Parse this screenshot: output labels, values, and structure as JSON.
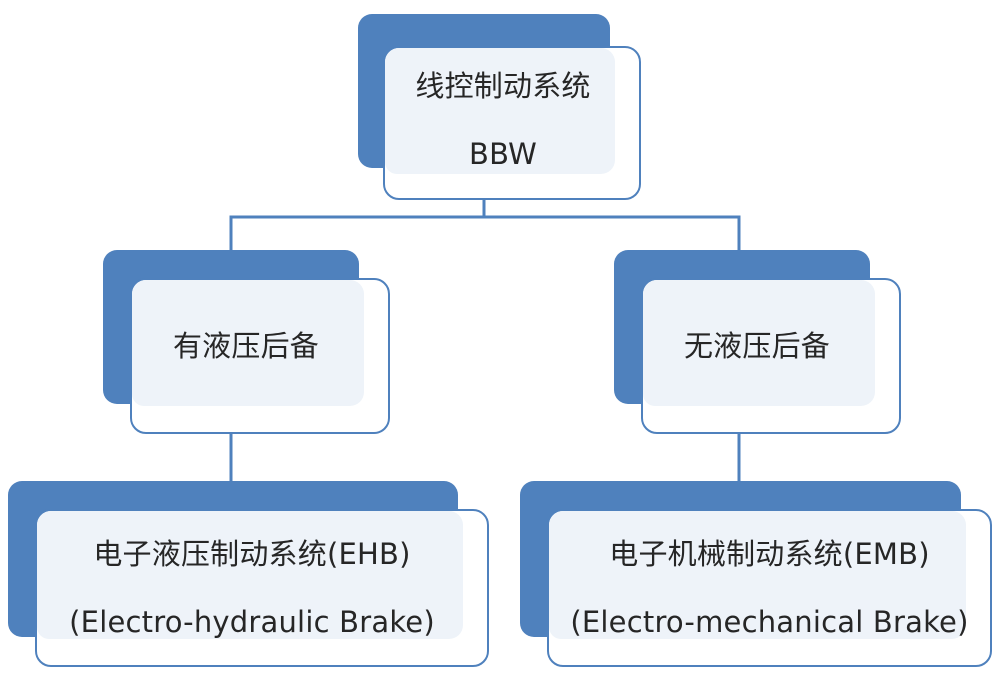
{
  "colors": {
    "accent": "#4f81bd",
    "panel_fill": "#eef3f9",
    "background": "#ffffff",
    "text": "#262626"
  },
  "diagram": {
    "type": "hierarchy",
    "root": {
      "lines": [
        "线控制动系统",
        "BBW"
      ]
    },
    "branches": [
      {
        "label": "有液压后备",
        "child": {
          "lines": [
            "电子液压制动系统(EHB)",
            "(Electro-hydraulic Brake)"
          ]
        }
      },
      {
        "label": "无液压后备",
        "child": {
          "lines": [
            "电子机械制动系统(EMB)",
            "(Electro-mechanical Brake)"
          ]
        }
      }
    ]
  }
}
